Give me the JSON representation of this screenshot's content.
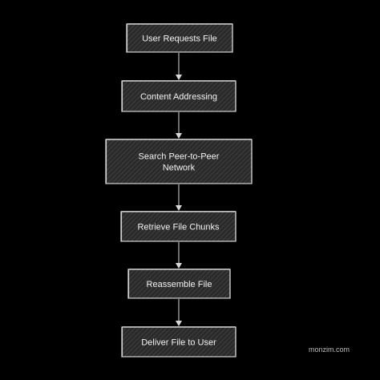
{
  "diagram": {
    "type": "flowchart",
    "direction": "top-to-bottom",
    "nodes": [
      {
        "id": "n1",
        "lines": [
          "User Requests File"
        ]
      },
      {
        "id": "n2",
        "lines": [
          "Content Addressing"
        ]
      },
      {
        "id": "n3",
        "lines": [
          "Search Peer-to-Peer",
          "Network"
        ]
      },
      {
        "id": "n4",
        "lines": [
          "Retrieve File Chunks"
        ]
      },
      {
        "id": "n5",
        "lines": [
          "Reassemble File"
        ]
      },
      {
        "id": "n6",
        "lines": [
          "Deliver File to User"
        ]
      }
    ],
    "edges": [
      {
        "from": "n1",
        "to": "n2"
      },
      {
        "from": "n2",
        "to": "n3"
      },
      {
        "from": "n3",
        "to": "n4"
      },
      {
        "from": "n4",
        "to": "n5"
      },
      {
        "from": "n5",
        "to": "n6"
      }
    ]
  },
  "watermark": "monzim.com",
  "colors": {
    "background": "#000000",
    "node_fill": "#2a2a2a",
    "node_stroke": "#e6e6e6",
    "hatch": "#4a4a4a",
    "text": "#f2f2f2",
    "arrow": "#d9d9d9"
  }
}
